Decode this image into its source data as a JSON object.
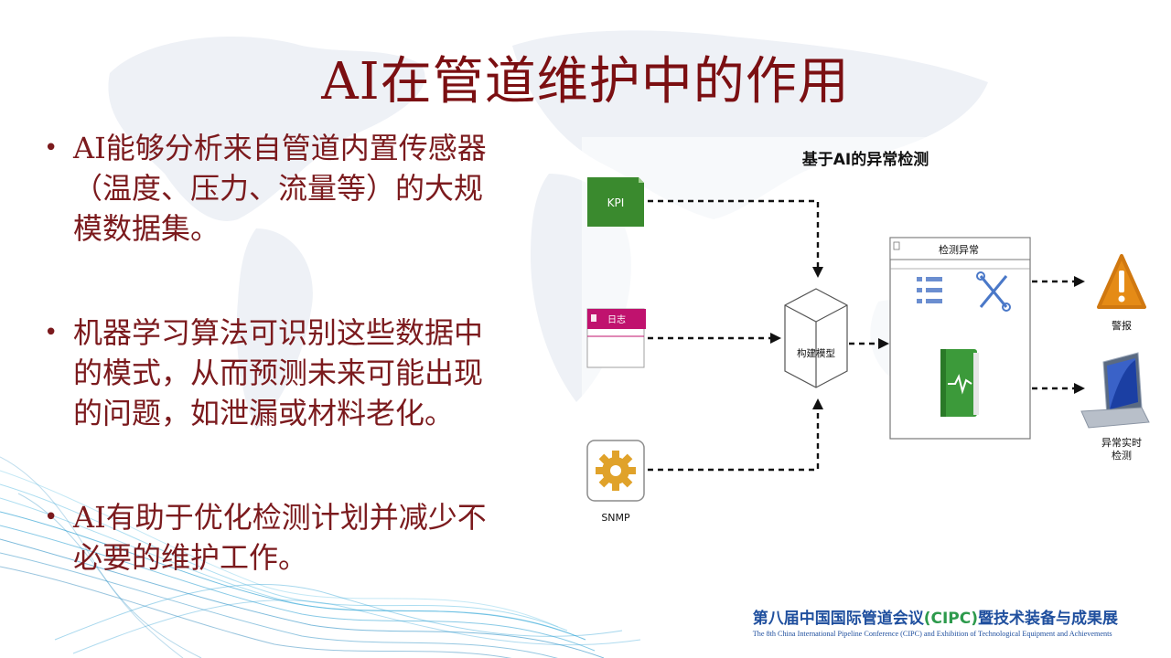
{
  "title": "AI在管道维护中的作用",
  "bullets": [
    "AI能够分析来自管道内置传感器（温度、压力、流量等）的大规模数据集。",
    "机器学习算法可识别这些数据中的模式，从而预测未来可能出现的问题，如泄漏或材料老化。",
    "AI有助于优化检测计划并减少不必要的维护工作。"
  ],
  "bullet_lines": [
    [
      "AI能够分析来自管道内置传感器",
      "（温度、压力、流量等）的大规",
      "模数据集。"
    ],
    [
      "机器学习算法可识别这些数据中",
      "的模式，从而预测未来可能出现",
      "的问题，如泄漏或材料老化。"
    ],
    [
      "AI有助于优化检测计划并减少不",
      "必要的维护工作。"
    ]
  ],
  "diagram": {
    "title": "基于AI的异常检测",
    "kpi_label": "KPI",
    "log_label": "日志",
    "snmp_label": "SNMP",
    "model_label": "构建模型",
    "detect_label": "检测异常",
    "alarm_label": "警报",
    "realtime_label_line1": "异常实时",
    "realtime_label_line2": "检测"
  },
  "footer": {
    "cn_prefix": "第八届中国国际管道会议",
    "cn_accent": "(CIPC)",
    "cn_suffix": "暨技术装备与成果展",
    "en": "The 8th China International Pipeline Conference (CIPC) and Exhibition of Technological Equipment and Achievements"
  },
  "colors": {
    "title": "#7b0f12",
    "bullet_text": "#7b1a1d",
    "kpi_green": "#3a8a2e",
    "log_magenta": "#c0126e",
    "gear_yellow": "#e0a22a",
    "alarm_orange": "#e58b16",
    "footer_blue": "#1f4f9e",
    "footer_green": "#2d9a4c"
  },
  "icons": [
    "kpi-document-icon",
    "log-document-icon",
    "snmp-gear-icon",
    "model-cube-icon",
    "list-icon",
    "tools-icon",
    "green-book-icon",
    "alarm-warning-icon",
    "laptop-icon"
  ]
}
